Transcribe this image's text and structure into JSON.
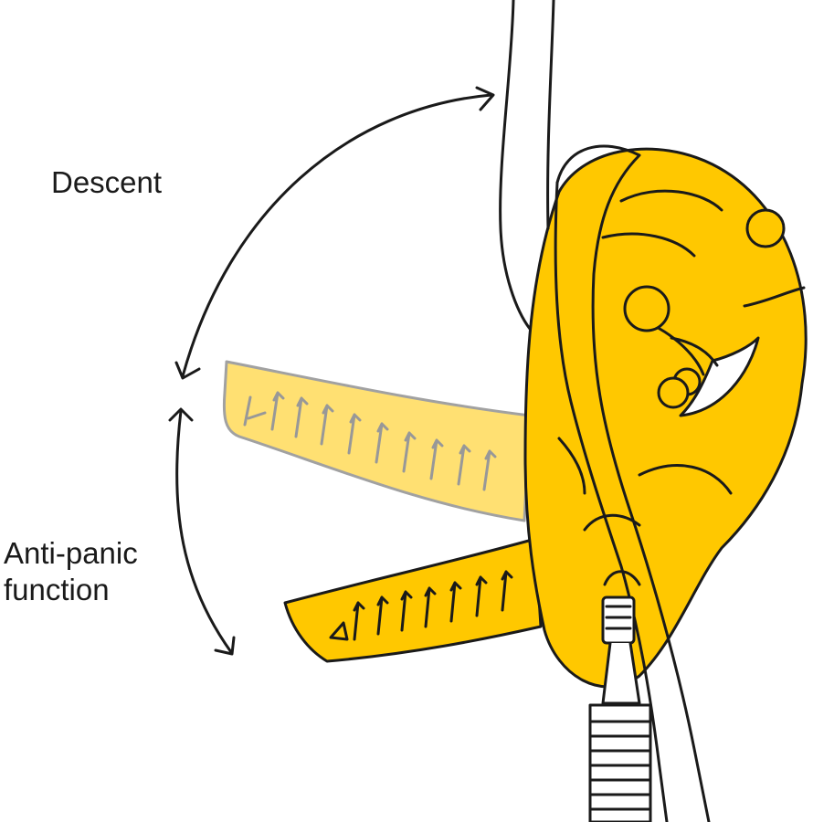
{
  "labels": {
    "descent": "Descent",
    "anti_panic_line1": "Anti-panic",
    "anti_panic_line2": "function"
  },
  "colors": {
    "device_yellow": "#FFC800",
    "handle_ghost": "#FFE493",
    "outline": "#1a1a1a",
    "rope": "#ffffff",
    "background": "#ffffff"
  },
  "icons": {
    "descent_arrow": "double-headed-arc-arrow",
    "anti_panic_arrow": "double-headed-arc-arrow"
  }
}
